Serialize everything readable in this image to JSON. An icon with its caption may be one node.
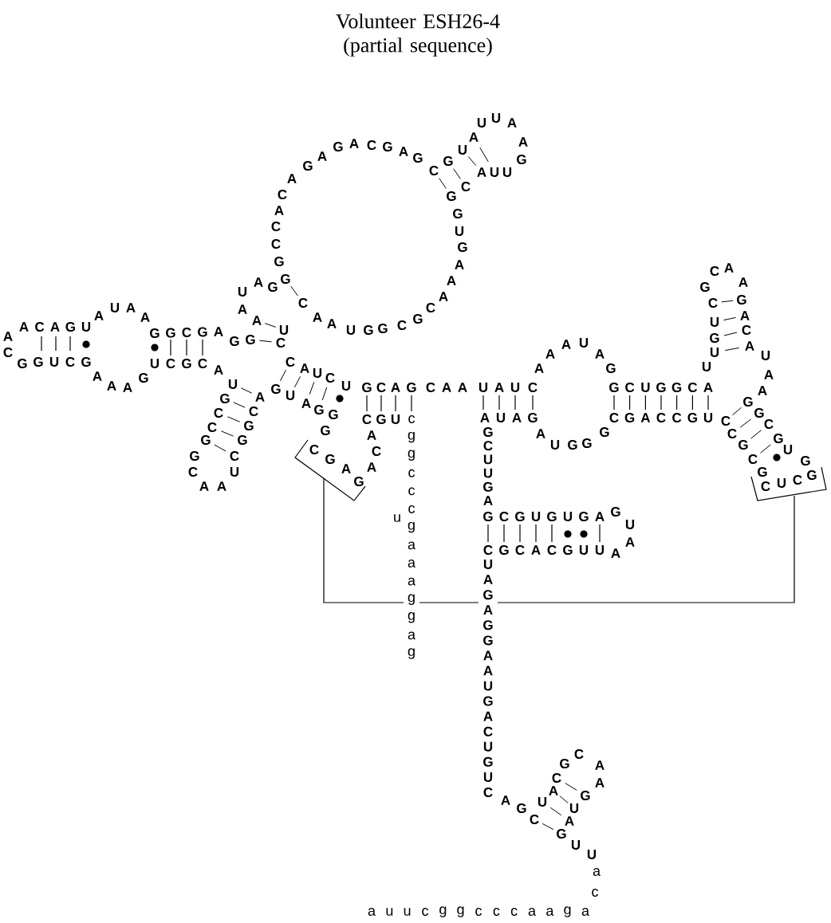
{
  "diagram": {
    "title": "Volunteer ESH26-4 (partial sequence)",
    "labels": [
      "A",
      "A",
      "C",
      "A",
      "G",
      "U",
      "A",
      "U",
      "A",
      "A",
      "G",
      "G",
      "C",
      "G",
      "A",
      "G",
      "G",
      "C",
      "G",
      "G",
      "U",
      "C",
      "G",
      "A",
      "A",
      "A",
      "G",
      "U",
      "C",
      "G",
      "C",
      "A",
      "U",
      "G",
      "C",
      "C",
      "G",
      "G",
      "C",
      "A",
      "A",
      "U",
      "C",
      "G",
      "G",
      "C",
      "A",
      "U",
      "A",
      "G",
      "A",
      "A",
      "U",
      "C",
      "G",
      "G",
      "C",
      "C",
      "A",
      "C",
      "A",
      "G",
      "A",
      "G",
      "A",
      "C",
      "G",
      "A",
      "G",
      "C",
      "G",
      "U",
      "A",
      "U",
      "U",
      "A",
      "A",
      "G",
      "U",
      "U",
      "A",
      "C",
      "G",
      "G",
      "U",
      "G",
      "A",
      "A",
      "A",
      "C",
      "G",
      "C",
      "G",
      "G",
      "U",
      "A",
      "A",
      "C",
      "C",
      "A",
      "U",
      "C",
      "U",
      "G",
      "U",
      "A",
      "G",
      "G",
      "G",
      "C",
      "G",
      "A",
      "G",
      "A",
      "C",
      "A",
      "C",
      "G",
      "U",
      "G",
      "C",
      "A",
      "G",
      "C",
      "A",
      "A",
      "U",
      "A",
      "U",
      "C",
      "A",
      "A",
      "A",
      "U",
      "A",
      "G",
      "G",
      "C",
      "U",
      "G",
      "G",
      "C",
      "A",
      "U",
      "U",
      "G",
      "U",
      "C",
      "G",
      "C",
      "A",
      "A",
      "G",
      "A",
      "C",
      "A",
      "U",
      "A",
      "A",
      "G",
      "G",
      "C",
      "G",
      "U",
      "G",
      "G",
      "C",
      "U",
      "C",
      "G",
      "C",
      "G",
      "C",
      "C",
      "U",
      "G",
      "C",
      "C",
      "A",
      "G",
      "C",
      "G",
      "G",
      "G",
      "U",
      "A",
      "G",
      "A",
      "U",
      "A",
      "G",
      "C",
      "U",
      "U",
      "G",
      "A",
      "G",
      "C",
      "G",
      "U",
      "G",
      "U",
      "G",
      "A",
      "G",
      "U",
      "A",
      "A",
      "U",
      "U",
      "G",
      "C",
      "A",
      "C",
      "G",
      "C",
      "U",
      "A",
      "G",
      "A",
      "G",
      "G",
      "A",
      "A",
      "U",
      "G",
      "A",
      "C",
      "U",
      "G",
      "U",
      "C",
      "A",
      "G",
      "C",
      "U",
      "A",
      "C",
      "G",
      "C",
      "A",
      "A",
      "G",
      "U",
      "A",
      "G",
      "U",
      "U",
      "a",
      "c",
      "a",
      "u",
      "u",
      "c",
      "g",
      "g",
      "c",
      "c",
      "c",
      "a",
      "a",
      "g",
      "a",
      "c",
      "g",
      "g",
      "c",
      "c",
      "c",
      "g",
      "a",
      "a",
      "a",
      "g",
      "g",
      "a",
      "g",
      "u"
    ]
  }
}
